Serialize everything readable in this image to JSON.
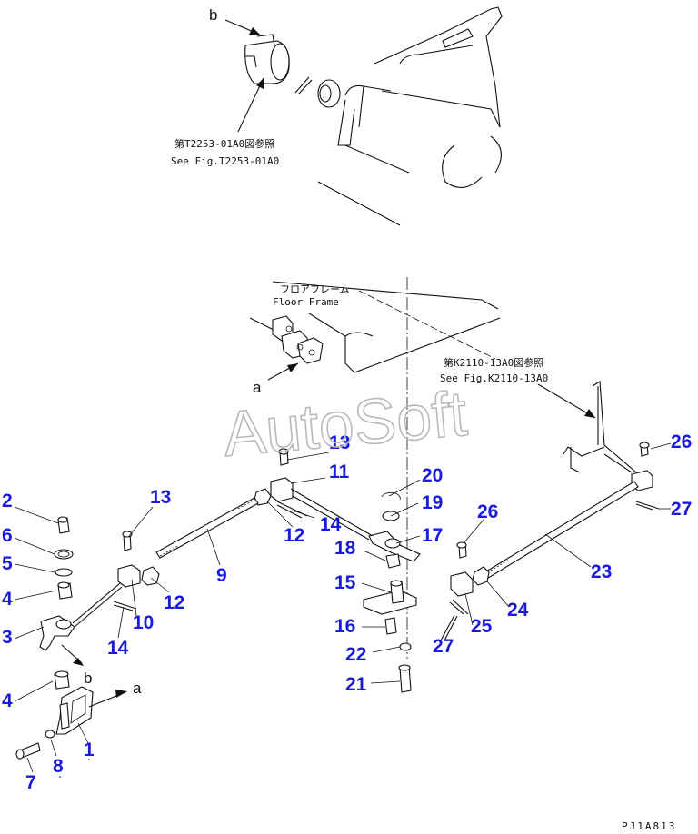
{
  "watermark": "AutoSoft",
  "drawing_code": "PJ1A813",
  "refs": {
    "ref1_jp": "第T2253-01A0図参照",
    "ref1_en": "See Fig.T2253-01A0",
    "ref2_jp": "第K2110-13A0図参照",
    "ref2_en": "See Fig.K2110-13A0",
    "frame_jp": "フロアフレーム",
    "frame_en": "Floor Frame"
  },
  "letters": {
    "a_top": "a",
    "a_bottom": "a",
    "b_top": "b",
    "b_bottom": "b"
  },
  "callouts": {
    "c1": "1",
    "c2": "2",
    "c3": "3",
    "c4a": "4",
    "c4b": "4",
    "c5": "5",
    "c6": "6",
    "c7": "7",
    "c8": "8",
    "c9": "9",
    "c10": "10",
    "c11": "11",
    "c12a": "12",
    "c12b": "12",
    "c13a": "13",
    "c13b": "13",
    "c14a": "14",
    "c14b": "14",
    "c15": "15",
    "c16": "16",
    "c17": "17",
    "c18": "18",
    "c19": "19",
    "c20": "20",
    "c21": "21",
    "c22": "22",
    "c23": "23",
    "c24": "24",
    "c25": "25",
    "c26a": "26",
    "c26b": "26",
    "c27a": "27",
    "c27b": "27"
  },
  "colors": {
    "callout": "#1a1adc",
    "line": "#111111",
    "watermark": "#b9b9b9"
  }
}
